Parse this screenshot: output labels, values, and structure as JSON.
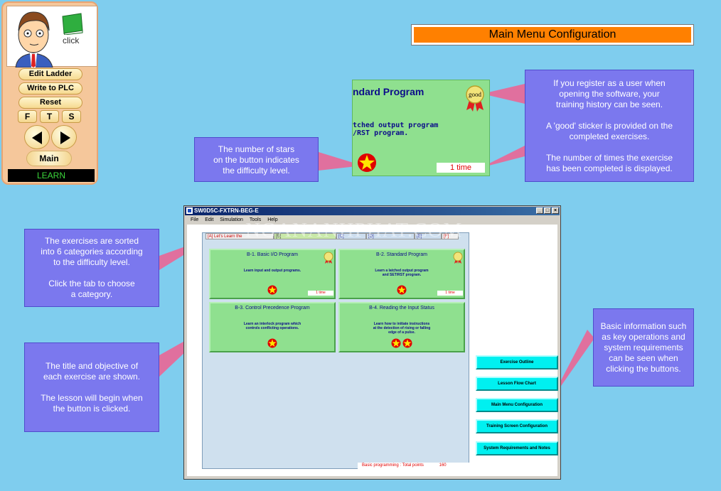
{
  "panel": {
    "book_caption": "click",
    "buttons": {
      "edit_ladder": "Edit Ladder",
      "write_plc": "Write to PLC",
      "reset": "Reset"
    },
    "fts": [
      "F",
      "T",
      "S"
    ],
    "main_label": "Main",
    "status": "LEARN"
  },
  "header": {
    "title": "Main Menu Configuration"
  },
  "zoom_card": {
    "title": "ndard Program",
    "desc_line1": "tched output program",
    "desc_line2": "/RST program.",
    "sticker": "good",
    "count": "1 time"
  },
  "callouts": {
    "stars": {
      "line1": "The number of stars",
      "line2": "on the button indicates",
      "line3": "the difficulty level."
    },
    "history": {
      "p1l1": "If you register as a user when",
      "p1l2": "opening the software, your",
      "p1l3": "training history can be seen.",
      "p2l1": "A 'good' sticker is provided on the",
      "p2l2": "completed exercises.",
      "p3l1": "The number of times the exercise",
      "p3l2": "has been completed is displayed."
    },
    "categories": {
      "p1l1": "The exercises are sorted",
      "p1l2": "into 6 categories according",
      "p1l3": "to the difficulty level.",
      "p2l1": "Click the tab to choose",
      "p2l2": "a category."
    },
    "title_obj": {
      "p1l1": "The title and objective of",
      "p1l2": "each exercise are shown.",
      "p2l1": "The lesson will begin when",
      "p2l2": "the button is clicked."
    },
    "basic_info": {
      "l1": "Basic information such",
      "l2": "as key operations and",
      "l3": "system requirements",
      "l4": "can be seen when",
      "l5": "clicking the buttons."
    }
  },
  "window": {
    "title": "SW0D5C-FXTRN-BEG-E",
    "menu": [
      "File",
      "Edit",
      "Simulation",
      "Tools",
      "Help"
    ],
    "tabs": [
      "[A] Let's Learn the",
      "[B]",
      "[C]",
      "[D]",
      "[E]",
      "[F]"
    ],
    "cards": [
      {
        "title": "B-1. Basic I/O Program",
        "desc1": "Learn input and output programs.",
        "desc2": "",
        "count": "1 time"
      },
      {
        "title": "B-2. Standard Program",
        "desc1": "Learn a latched output program",
        "desc2": "and SET/RST program.",
        "count": "1 time"
      },
      {
        "title": "B-3. Control Precedence Program",
        "desc1": "Learn an interlock program which",
        "desc2": "controls conflicting  operations.",
        "count": ""
      },
      {
        "title": "B-4. Reading the Input Status",
        "desc1": "Learn how to initiate instructions",
        "desc2": "at the detection of rising or falling",
        "desc3": "edge of a pulse.",
        "count": ""
      }
    ],
    "side_buttons": {
      "outline": "Exercise Outline",
      "flow": "Lesson Flow Chart",
      "main_menu": "Main Menu Configuration",
      "training": "Training Screen Configuration",
      "sysreq": "System Requirements and Notes"
    },
    "points_label": "Basic programming : Total points",
    "points_value": "160"
  },
  "watermark": "NGANANHPHAT.COM",
  "colors": {
    "background": "#7fcdee",
    "accent_orange": "#ff8000",
    "callout": "#7b78ee",
    "card_green": "#8fe08f",
    "button_cyan": "#00f0f0"
  }
}
